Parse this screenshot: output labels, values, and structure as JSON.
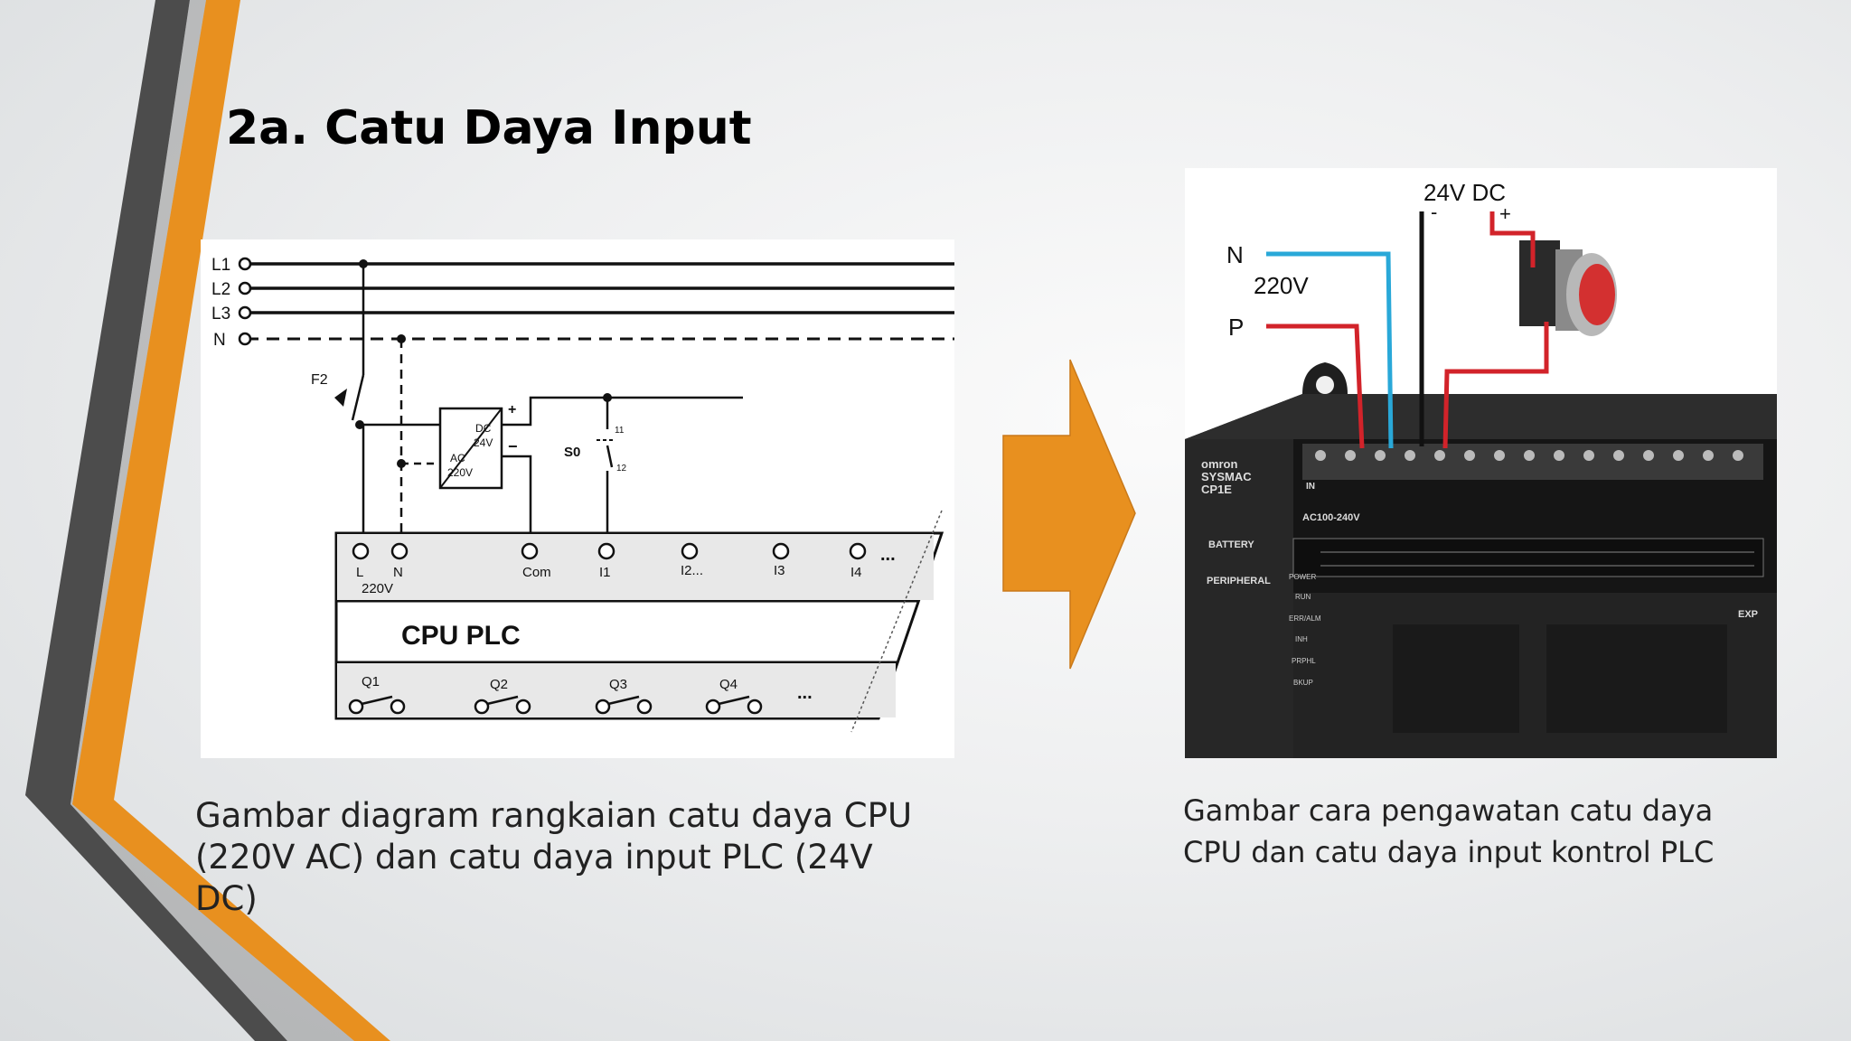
{
  "slide": {
    "title": "2a. Catu Daya Input",
    "caption_left": "Gambar diagram rangkaian catu daya CPU (220V AC) dan catu daya input PLC (24V DC)",
    "caption_right": "Gambar cara pengawatan catu daya CPU dan catu daya input kontrol PLC"
  },
  "diagram": {
    "lines": [
      "L1",
      "L2",
      "L3",
      "N"
    ],
    "fuse": "F2",
    "psu_dc": "DC",
    "psu_dc_v": "24V",
    "psu_ac": "AC",
    "psu_ac_v": "220V",
    "plus": "+",
    "minus": "−",
    "switch": "S0",
    "contact_top": "11",
    "contact_bottom": "12",
    "terminals": [
      "L",
      "N",
      "Com",
      "I1",
      "I2...",
      "I3",
      "I4"
    ],
    "terminal_sub": "220V",
    "more": "...",
    "cpu_label": "CPU PLC",
    "outputs": [
      "Q1",
      "Q2",
      "Q3",
      "Q4"
    ]
  },
  "photo": {
    "label_dc": "24V DC",
    "label_minus": "-",
    "label_plus": "+",
    "label_n": "N",
    "label_220": "220V",
    "label_p": "P",
    "brand": "omron",
    "model1": "SYSMAC",
    "model2": "CP1E",
    "battery": "BATTERY",
    "peripheral": "PERIPHERAL",
    "in_tag": "IN",
    "ac_tag": "AC100-240V",
    "exp": "EXP",
    "leds": [
      "POWER",
      "RUN",
      "ERR/ALM",
      "INH",
      "PRPHL",
      "BKUP"
    ]
  },
  "colors": {
    "orange": "#e8901f",
    "dark": "#4a4a4a",
    "wire_red": "#d2232a",
    "wire_blue": "#29a8d8"
  }
}
